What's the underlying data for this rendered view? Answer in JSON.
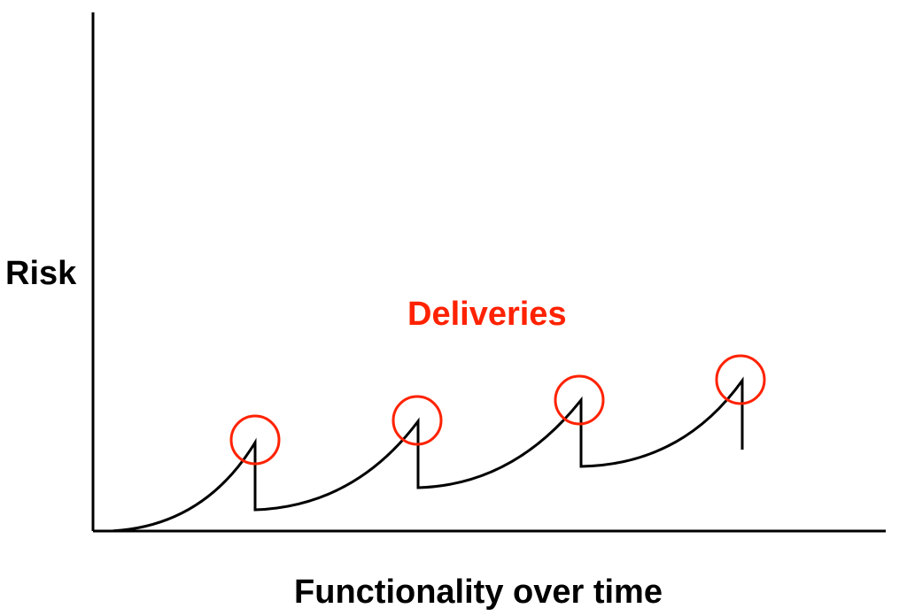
{
  "diagram": {
    "y_axis_label": "Risk",
    "x_axis_label": "Functionality over time",
    "annotation": "Deliveries",
    "colors": {
      "axis": "#000000",
      "curve": "#000000",
      "highlight": "#ff2200"
    },
    "delivery_count": 4
  }
}
